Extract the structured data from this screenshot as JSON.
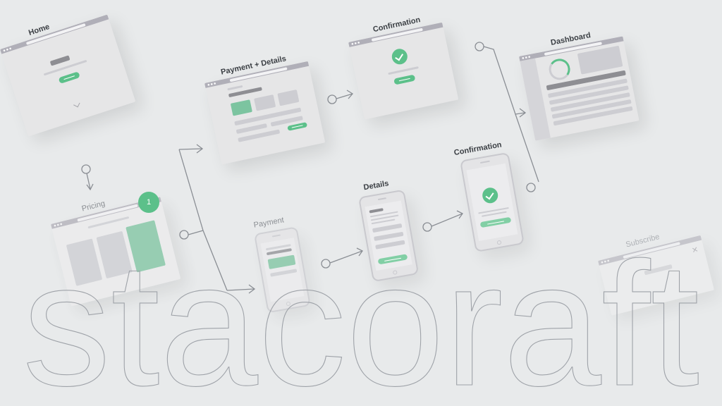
{
  "labels": {
    "home": "Home",
    "pricing": "Pricing",
    "payment_details": "Payment + Details",
    "confirmation_desktop": "Confirmation",
    "dashboard": "Dashboard",
    "payment": "Payment",
    "details": "Details",
    "confirmation_mobile": "Confirmation",
    "subscribe": "Subscribe"
  },
  "badge": "1",
  "wordmark": "stacoraft",
  "colors": {
    "background": "#e8eaeb",
    "window": "#e6e6e7",
    "browser_bar": "#b0afb8",
    "accent_green": "#5cc08a",
    "connector": "#7b7f86",
    "label": "#3b3f44"
  }
}
